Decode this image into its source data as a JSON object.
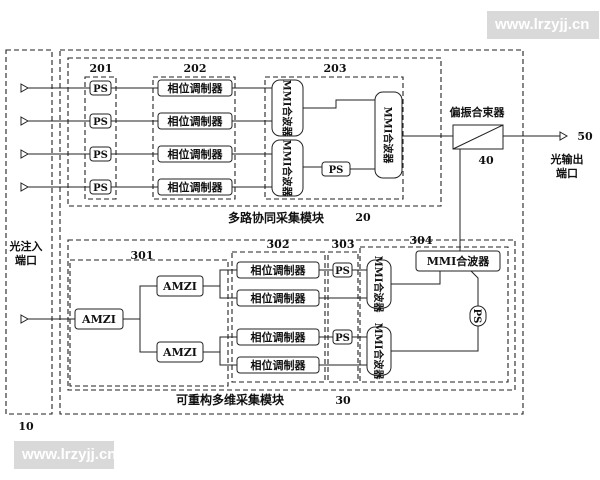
{
  "watermark_top": "www.lrzyjj.cn",
  "watermark_bottom": "www.lrzyjj.cn",
  "labels": {
    "n201": "201",
    "n202": "202",
    "n203": "203",
    "n301": "301",
    "n302": "302",
    "n303": "303",
    "n304": "304",
    "n10": "10",
    "n20": "20",
    "n30": "30",
    "n40": "40",
    "n50": "50",
    "module_top": "多路协同采集模块",
    "module_bottom": "可重构多维采集模块",
    "light_in": [
      "光注入",
      "端口"
    ],
    "light_out": [
      "光输出",
      "端口"
    ],
    "pbc": "偏振合束器",
    "ps": "PS",
    "phase_mod": "相位调制器",
    "amzi": "AMZI",
    "mmi_combiner": "MMI合波器",
    "mmi_vertical": "MMI合波器"
  }
}
